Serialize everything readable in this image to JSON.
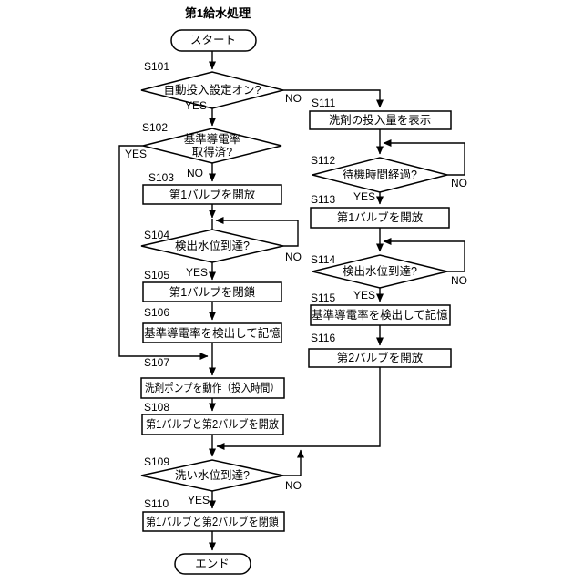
{
  "title": "第1給水処理",
  "terminals": {
    "start": "スタート",
    "end": "エンド"
  },
  "nodes": {
    "s101": {
      "step": "S101",
      "label": "自動投入設定オン?",
      "yes": "YES",
      "no": "NO"
    },
    "s102": {
      "step": "S102",
      "label1": "基準導電率",
      "label2": "取得済?",
      "yes": "YES",
      "no": "NO"
    },
    "s103": {
      "step": "S103",
      "label": "第1バルブを開放"
    },
    "s104": {
      "step": "S104",
      "label": "検出水位到達?",
      "yes": "YES",
      "no": "NO"
    },
    "s105": {
      "step": "S105",
      "label": "第1バルブを閉鎖"
    },
    "s106": {
      "step": "S106",
      "label": "基準導電率を検出して記憶"
    },
    "s107": {
      "step": "S107",
      "label": "洗剤ポンプを動作（投入時間）"
    },
    "s108": {
      "step": "S108",
      "label": "第1バルブと第2バルブを開放"
    },
    "s109": {
      "step": "S109",
      "label": "洗い水位到達?",
      "yes": "YES",
      "no": "NO"
    },
    "s110": {
      "step": "S110",
      "label": "第1バルブと第2バルブを閉鎖"
    },
    "s111": {
      "step": "S111",
      "label": "洗剤の投入量を表示"
    },
    "s112": {
      "step": "S112",
      "label": "待機時間経過?",
      "yes": "YES",
      "no": "NO"
    },
    "s113": {
      "step": "S113",
      "label": "第1バルブを開放"
    },
    "s114": {
      "step": "S114",
      "label": "検出水位到達?",
      "yes": "YES",
      "no": "NO"
    },
    "s115": {
      "step": "S115",
      "label": "基準導電率を検出して記憶"
    },
    "s116": {
      "step": "S116",
      "label": "第2バルブを開放"
    }
  },
  "colors": {
    "line": "#000000",
    "background": "#ffffff"
  }
}
